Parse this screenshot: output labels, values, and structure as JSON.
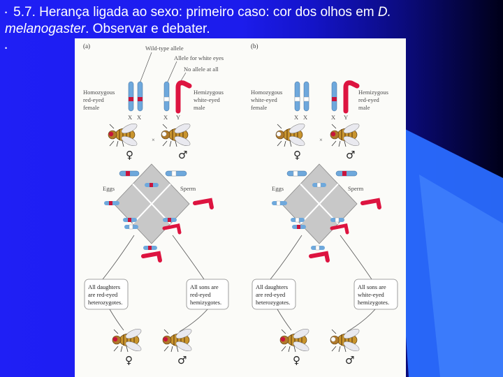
{
  "title": {
    "line1": "5.7. Herança ligada ao sexo: primeiro caso: cor dos olhos em ",
    "italic1": "D.",
    "italic2": "melanogaster",
    "line2_rest": ". Observar e debater."
  },
  "figure": {
    "panel_a_label": "(a)",
    "panel_b_label": "(b)",
    "legend": {
      "wild_type": "Wild-type allele",
      "white_eyes": "Allele for white eyes",
      "no_allele": "No allele at all"
    },
    "female_a": [
      "Homozygous",
      "red-eyed",
      "female"
    ],
    "male_a": [
      "Hemizygous",
      "white-eyed",
      "male"
    ],
    "female_b": [
      "Homozygous",
      "white-eyed",
      "female"
    ],
    "male_b": [
      "Hemizygous",
      "red-eyed",
      "male"
    ],
    "chrom_x": "X",
    "chrom_y": "Y",
    "eggs": "Eggs",
    "sperm": "Sperm",
    "cross": "×",
    "female_symbol": "♀",
    "male_symbol": "♂",
    "result_daughters_a": [
      "All daughters",
      "are red-eyed",
      "heterozygotes."
    ],
    "result_sons_a": [
      "All sons are",
      "red-eyed",
      "hemizygotes."
    ],
    "result_daughters_b": [
      "All daughters",
      "are red-eyed",
      "heterozygotes."
    ],
    "result_sons_b": [
      "All sons are",
      "white-eyed",
      "hemizygotes."
    ],
    "colors": {
      "chromosome": "#6ea8dc",
      "wild_allele": "#c8143c",
      "y_chromosome": "#dd1440",
      "fly_body": "#c9952e"
    }
  }
}
